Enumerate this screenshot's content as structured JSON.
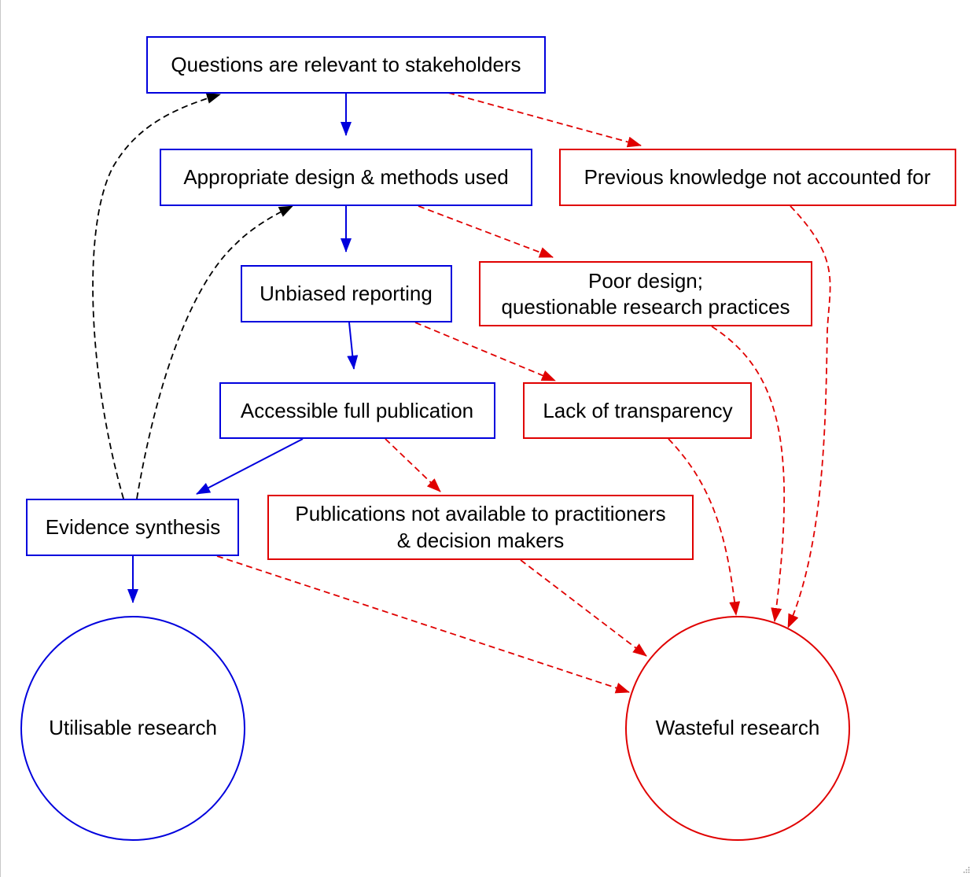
{
  "diagram": {
    "colors": {
      "positive": "#0000dd",
      "negative": "#e00000",
      "feedback": "#000000"
    },
    "nodes": {
      "questions": {
        "label": "Questions are relevant to stakeholders",
        "group": "positive"
      },
      "design": {
        "label": "Appropriate design & methods used",
        "group": "positive"
      },
      "unbiased": {
        "label": "Unbiased reporting",
        "group": "positive"
      },
      "accessible": {
        "label": "Accessible full publication",
        "group": "positive"
      },
      "synthesis": {
        "label": "Evidence synthesis",
        "group": "positive"
      },
      "utilisable": {
        "label": "Utilisable research",
        "group": "positive"
      },
      "previous": {
        "label": "Previous knowledge not accounted for",
        "group": "negative"
      },
      "poor_design": {
        "label_line1": "Poor design;",
        "label_line2": "questionable research practices",
        "group": "negative"
      },
      "transparency": {
        "label": "Lack of transparency",
        "group": "negative"
      },
      "not_available": {
        "label_line1": "Publications not available to practitioners",
        "label_line2": "& decision makers",
        "group": "negative"
      },
      "wasteful": {
        "label": "Wasteful research",
        "group": "negative"
      }
    },
    "edges": [
      {
        "from": "questions",
        "to": "design",
        "style": "solid",
        "group": "positive"
      },
      {
        "from": "design",
        "to": "unbiased",
        "style": "solid",
        "group": "positive"
      },
      {
        "from": "unbiased",
        "to": "accessible",
        "style": "solid",
        "group": "positive"
      },
      {
        "from": "accessible",
        "to": "synthesis",
        "style": "solid",
        "group": "positive"
      },
      {
        "from": "synthesis",
        "to": "utilisable",
        "style": "solid",
        "group": "positive"
      },
      {
        "from": "questions",
        "to": "previous",
        "style": "dashed",
        "group": "negative"
      },
      {
        "from": "design",
        "to": "poor_design",
        "style": "dashed",
        "group": "negative"
      },
      {
        "from": "unbiased",
        "to": "transparency",
        "style": "dashed",
        "group": "negative"
      },
      {
        "from": "accessible",
        "to": "not_available",
        "style": "dashed",
        "group": "negative"
      },
      {
        "from": "synthesis",
        "to": "wasteful",
        "style": "dashed",
        "group": "negative"
      },
      {
        "from": "not_available",
        "to": "wasteful",
        "style": "dashed",
        "group": "negative"
      },
      {
        "from": "transparency",
        "to": "wasteful",
        "style": "dashed",
        "group": "negative"
      },
      {
        "from": "poor_design",
        "to": "wasteful",
        "style": "dashed",
        "group": "negative"
      },
      {
        "from": "previous",
        "to": "wasteful",
        "style": "dashed",
        "group": "negative"
      },
      {
        "from": "synthesis",
        "to": "questions",
        "style": "dashed",
        "group": "feedback"
      },
      {
        "from": "synthesis",
        "to": "design",
        "style": "dashed",
        "group": "feedback"
      }
    ]
  }
}
